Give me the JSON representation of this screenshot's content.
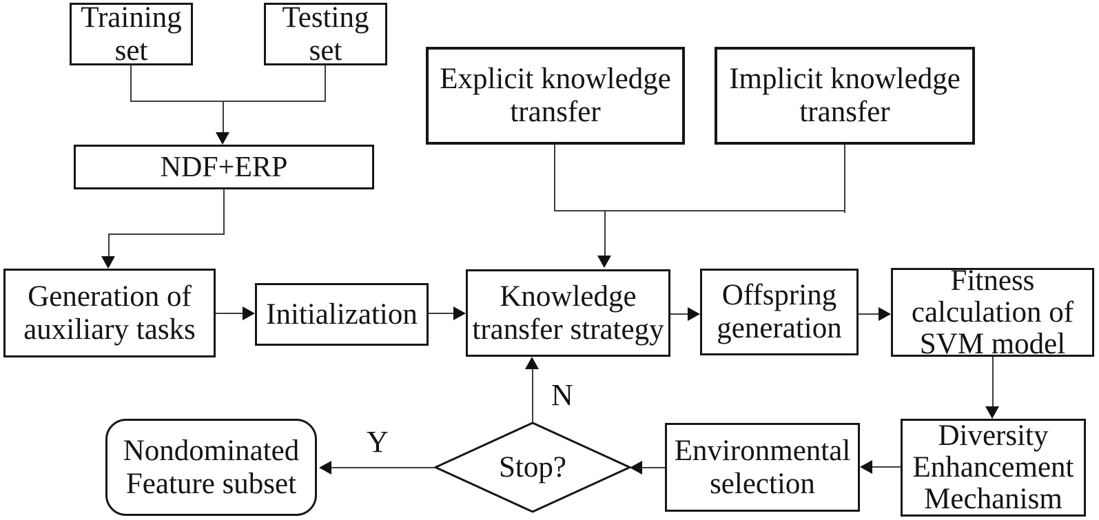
{
  "flowchart": {
    "nodes": {
      "training_set": "Training\nset",
      "testing_set": "Testing\nset",
      "ndf_erp": "NDF+ERP",
      "explicit_kt": "Explicit knowledge\ntransfer",
      "implicit_kt": "Implicit knowledge\ntransfer",
      "generation_aux": "Generation of\nauxiliary tasks",
      "initialization": "Initialization",
      "knowledge_ts": "Knowledge\ntransfer strategy",
      "offspring": "Offspring\ngeneration",
      "fitness": "Fitness\ncalculation of\nSVM model",
      "diversity": "Diversity\nEnhancement\nMechanism",
      "environmental": "Environmental\nselection",
      "stop": "Stop?",
      "nondominated": "Nondominated\nFeature subset"
    },
    "branch_labels": {
      "no": "N",
      "yes": "Y"
    },
    "colors": {
      "background": "#ffffff",
      "box_border": "#161616",
      "connector_line": "#3c3c3c",
      "text": "#141414"
    },
    "edges": [
      {
        "from": "training_set",
        "to": "ndf_erp"
      },
      {
        "from": "testing_set",
        "to": "ndf_erp"
      },
      {
        "from": "ndf_erp",
        "to": "generation_aux"
      },
      {
        "from": "generation_aux",
        "to": "initialization"
      },
      {
        "from": "initialization",
        "to": "knowledge_ts"
      },
      {
        "from": "explicit_kt",
        "to": "knowledge_ts"
      },
      {
        "from": "implicit_kt",
        "to": "knowledge_ts"
      },
      {
        "from": "knowledge_ts",
        "to": "offspring"
      },
      {
        "from": "offspring",
        "to": "fitness"
      },
      {
        "from": "fitness",
        "to": "diversity"
      },
      {
        "from": "diversity",
        "to": "environmental"
      },
      {
        "from": "environmental",
        "to": "stop"
      },
      {
        "from": "stop",
        "to": "knowledge_ts",
        "label": "N"
      },
      {
        "from": "stop",
        "to": "nondominated",
        "label": "Y"
      }
    ]
  }
}
